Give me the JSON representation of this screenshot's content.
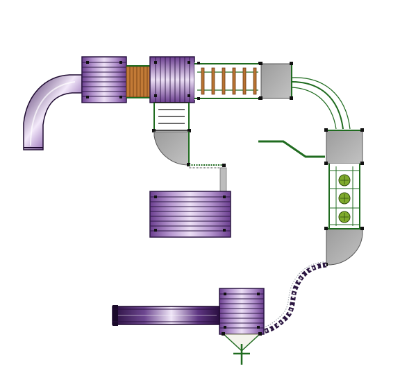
{
  "diagram": {
    "kind": "playground-plan-top-view",
    "colors": {
      "background": "#ffffff",
      "deck_purple_light": "#e6d6f2",
      "deck_purple_mid": "#a783c4",
      "deck_purple_dark": "#5a2f7e",
      "deck_line": "#2c1744",
      "platform_gray": "#a6a6a6",
      "rail_green": "#1f6b1f",
      "rung_wood": "#b87332",
      "panel_green": "#7faa2c",
      "post_black": "#111111"
    },
    "components": [
      {
        "name": "tube-slide-curved"
      },
      {
        "name": "square-deck-left"
      },
      {
        "name": "wood-bridge"
      },
      {
        "name": "tower-deck-center"
      },
      {
        "name": "ladder-steps"
      },
      {
        "name": "rung-bridge"
      },
      {
        "name": "platform-top-right"
      },
      {
        "name": "curved-rail-walkway"
      },
      {
        "name": "corner-platform-mid-left"
      },
      {
        "name": "chain-walkway"
      },
      {
        "name": "loose-deck-bottom"
      },
      {
        "name": "green-rail-arm"
      },
      {
        "name": "platform-right"
      },
      {
        "name": "panel-bridge"
      },
      {
        "name": "corner-platform-right-bottom"
      },
      {
        "name": "tire-crawl-walkway"
      },
      {
        "name": "deck-bottom"
      },
      {
        "name": "wave-slide"
      },
      {
        "name": "swing-tripod"
      }
    ]
  }
}
